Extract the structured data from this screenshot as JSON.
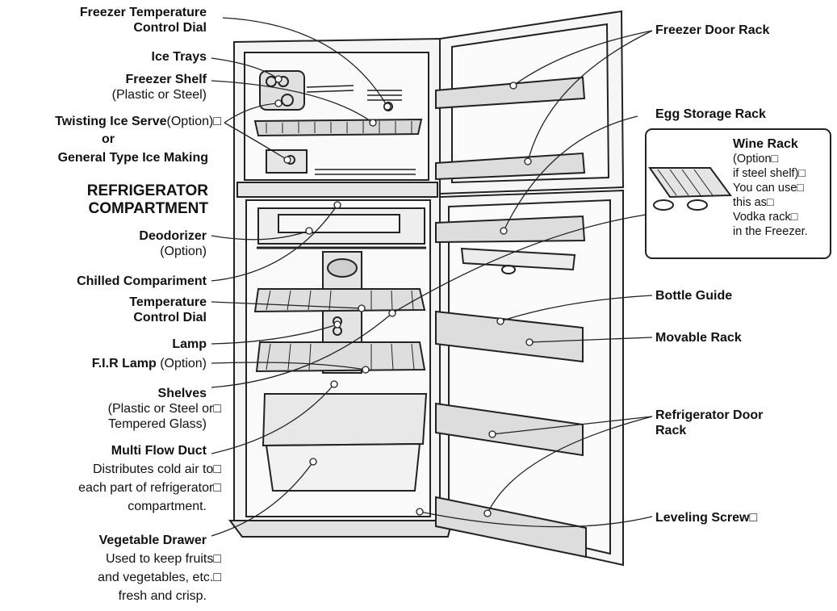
{
  "labels": {
    "freezer_temp_dial": [
      "Freezer Temperature",
      "Control Dial"
    ],
    "ice_trays": "Ice Trays",
    "freezer_shelf": "Freezer Shelf",
    "freezer_shelf_sub": "(Plastic or Steel)",
    "twisting_ice": "Twisting Ice Serve",
    "twisting_ice_opt": "(Option)□",
    "or": "or",
    "general_ice": "General Type Ice Making",
    "compartment": [
      "REFRIGERATOR",
      "COMPARTMENT"
    ],
    "deodorizer": "Deodorizer",
    "deodorizer_sub": "(Option)",
    "chilled": "Chilled  Compariment",
    "temp_dial": [
      "Temperature",
      "Control Dial"
    ],
    "lamp": "Lamp",
    "fir_lamp": "F.I.R Lamp",
    "fir_lamp_opt": "(Option)",
    "shelves": "Shelves",
    "shelves_sub": [
      "(Plastic or Steel or□",
      "Tempered Glass)"
    ],
    "multi_flow": "Multi Flow Duct",
    "multi_flow_sub": [
      "Distributes cold air to□",
      "each part of refrigerator□",
      "compartment."
    ],
    "veg_drawer": "Vegetable Drawer",
    "veg_drawer_sub": [
      "Used to keep fruits□",
      "and vegetables, etc.□",
      "fresh and crisp."
    ],
    "freezer_door_rack": "Freezer Door Rack",
    "egg_rack": "Egg Storage Rack",
    "wine_rack": "Wine Rack",
    "wine_rack_sub": [
      "(Option□",
      "if steel shelf)□",
      "You can use□",
      "this as□",
      "Vodka rack□",
      "in the Freezer."
    ],
    "bottle_guide": "Bottle Guide",
    "movable_rack": "Movable Rack",
    "fridge_door_rack": [
      "Refrigerator Door",
      "Rack"
    ],
    "leveling_screw": "Leveling Screw□"
  },
  "colors": {
    "ink": "#111111",
    "panel": "#f0f0f0",
    "shade": "#dcdcdc"
  }
}
